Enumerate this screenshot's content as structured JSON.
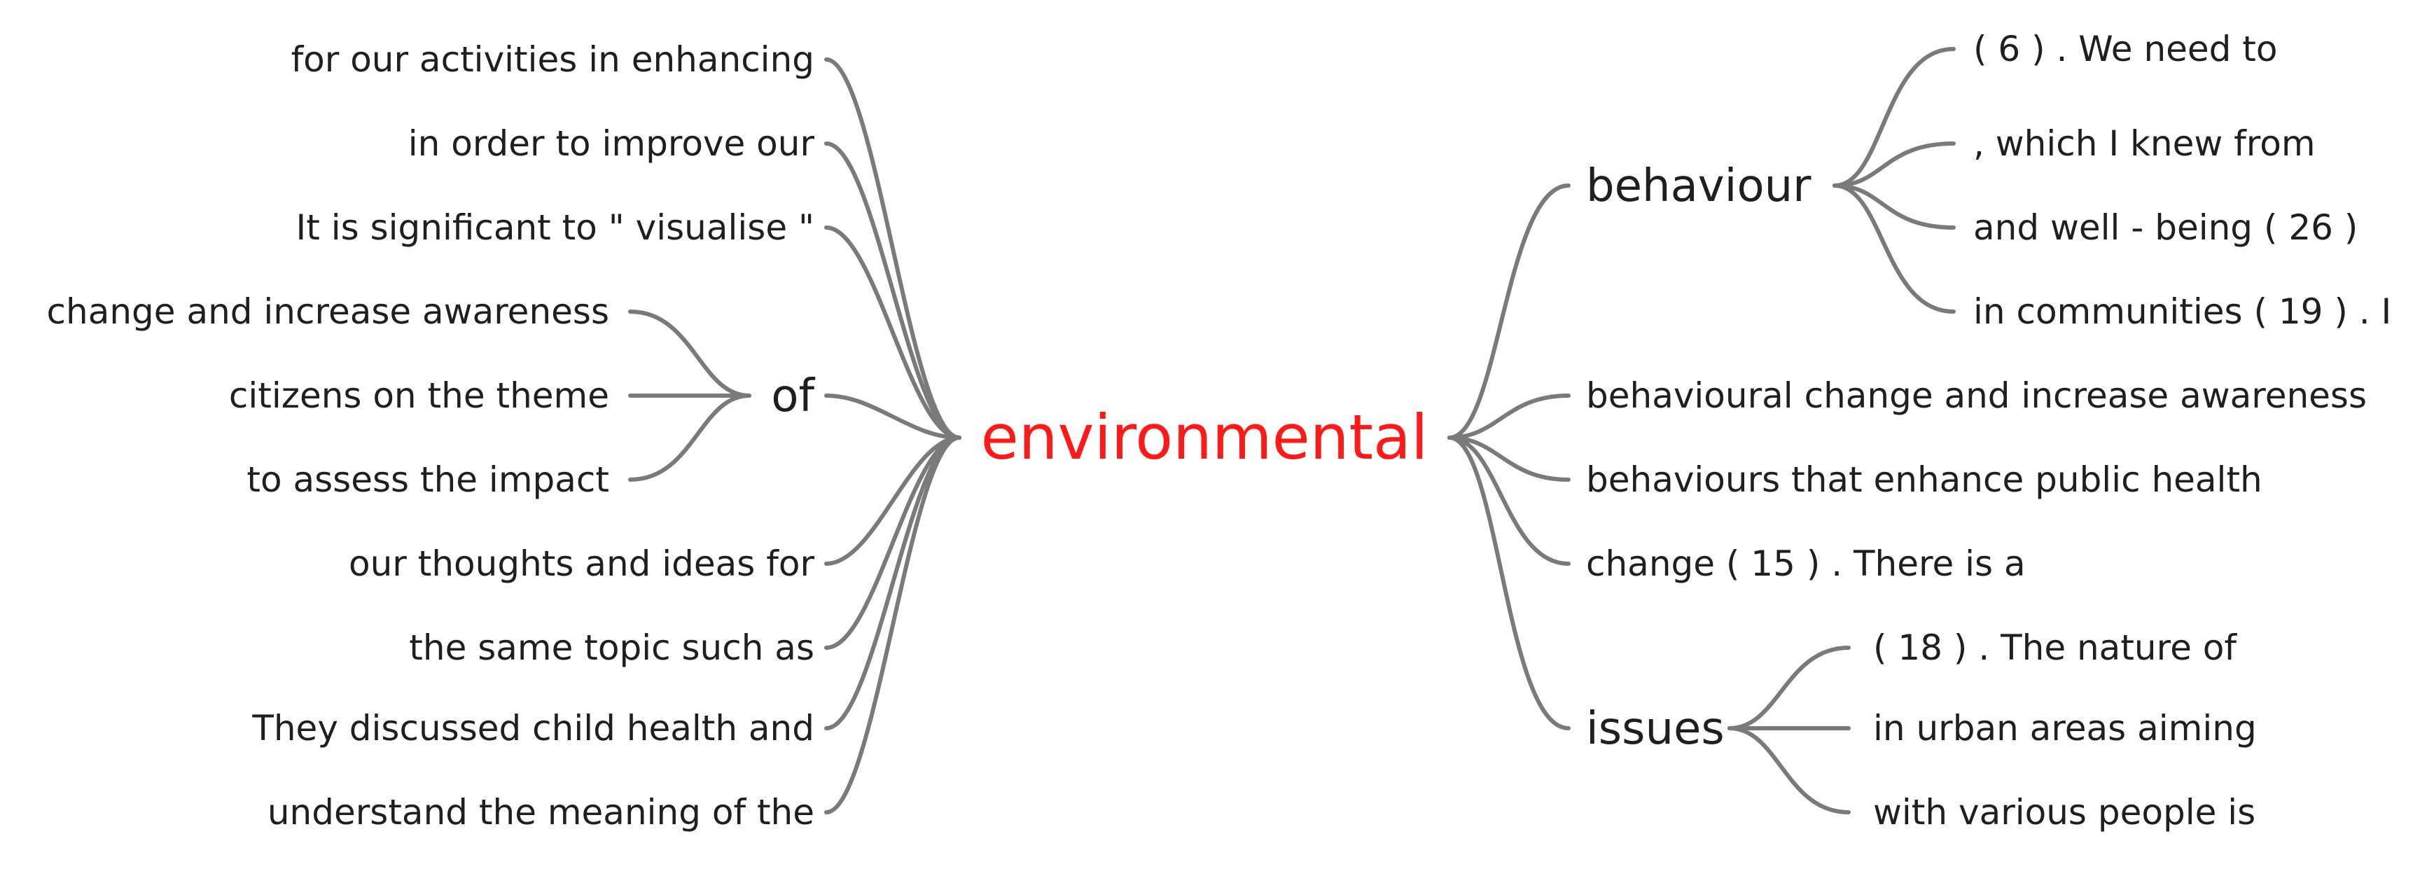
{
  "root": {
    "label": "environmental",
    "color": "#ff1a1a"
  },
  "left": {
    "leaves_top": [
      "for our activities in enhancing",
      "in order to improve our",
      "It is significant to \" visualise \""
    ],
    "hub_of": {
      "label": "of",
      "children": [
        "change and increase awareness",
        "citizens on the theme",
        "to assess the impact"
      ]
    },
    "leaves_bottom": [
      "our thoughts and ideas for",
      "the same topic such as",
      "They discussed child health and",
      "understand the meaning of the"
    ]
  },
  "right": {
    "hub_behaviour": {
      "label": "behaviour",
      "children": [
        "( 6 ) . We need to",
        ", which I knew from",
        "and well - being ( 26 )",
        "in communities ( 19 ) . I"
      ]
    },
    "leaves_middle": [
      "behavioural change and increase awareness",
      "behaviours that enhance public health",
      "change ( 15 ) . There is a"
    ],
    "hub_issues": {
      "label": "issues",
      "children": [
        "( 18 ) . The nature of",
        "in urban areas aiming",
        "with various people is"
      ]
    }
  },
  "style": {
    "branch_color": "#7a7a7a",
    "text_color": "#1f1f1f"
  }
}
